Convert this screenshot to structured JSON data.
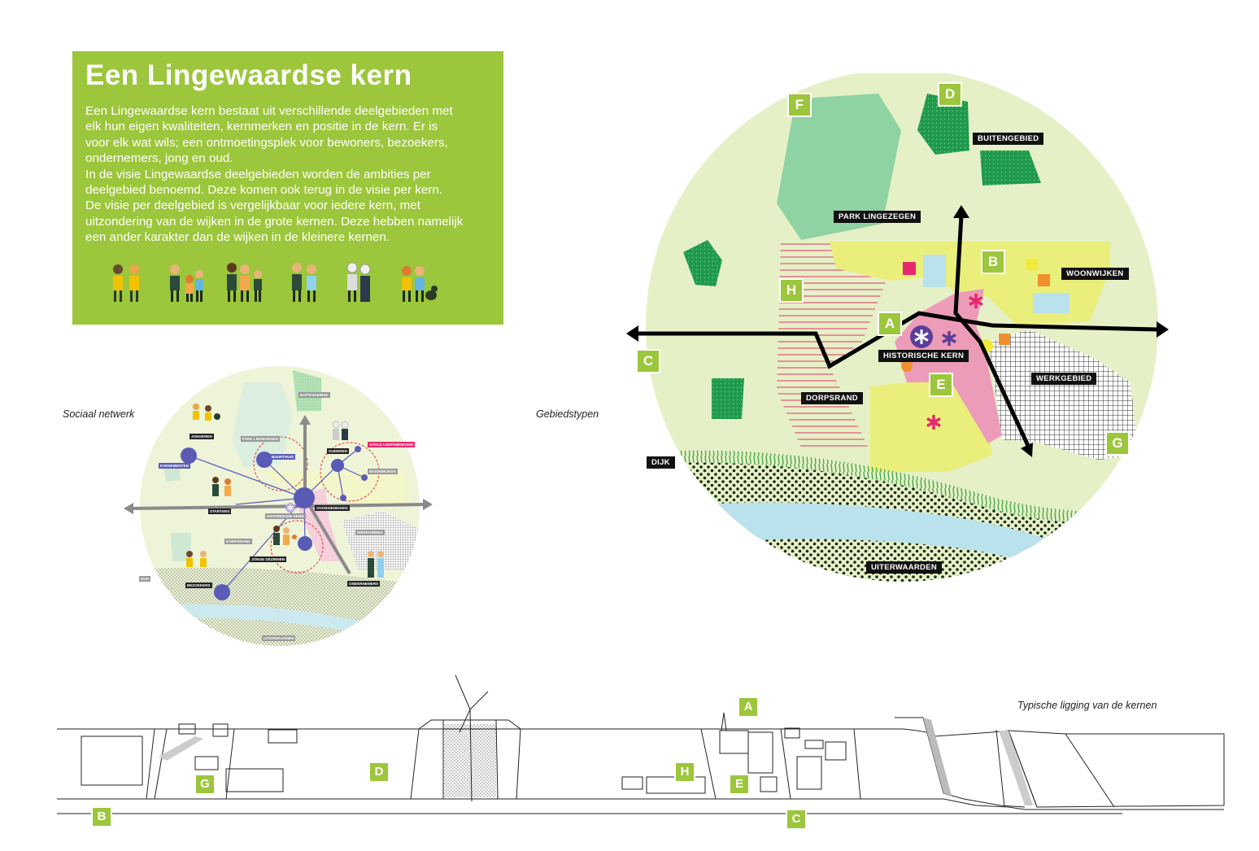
{
  "intro": {
    "title": "Een Lingewaardse kern",
    "body": "Een Lingewaardse kern bestaat uit verschillende deelgebieden met\nelk hun eigen kwaliteiten, kernmerken en positie in de kern. Er is\nvoor elk wat wils; een ontmoetingsplek voor bewoners, bezoekers,\nondernemers, jong en oud.\nIn de visie Lingewaardse deelgebieden worden de ambities per\ndeelgebied benoemd. Deze komen ook terug in de visie per kern.\nDe visie per deelgebied is vergelijkbaar voor iedere kern, met\nuitzondering van de wijken in de grote kernen. Deze hebben namelijk\neen ander karakter dan de wijken in de kleinere kernen."
  },
  "captions": {
    "social": "Sociaal netwerk",
    "areas": "Gebiedstypen",
    "section": "Typische ligging van de kernen"
  },
  "colors": {
    "green_brand": "#9cc63b",
    "circle_bg": "#e6f0c6",
    "park": "#8fd2a3",
    "forest": "#1f9a4c",
    "residential": "#e9ef7a",
    "historic": "#ec9bb8",
    "river": "#b9e2ec",
    "network_node": "#5a5bb5",
    "accent_pink": "#e6286f"
  },
  "areas_map": {
    "letters": {
      "a": "A",
      "b": "B",
      "c": "C",
      "d": "D",
      "e": "E",
      "f": "F",
      "g": "G",
      "h": "H"
    },
    "labels": {
      "buitengebied": "BUITENGEBIED",
      "park": "PARK LINGEZEGEN",
      "woonwijken": "WOONWIJKEN",
      "historisch": "HISTORISCHE KERN",
      "werkgebied": "WERKGEBIED",
      "dorpsrand": "DORPSRAND",
      "dijk": "DIJK",
      "uiterwaarden": "UITERWAARDEN"
    }
  },
  "social_map": {
    "labels": {
      "jongeren": "JONGEREN",
      "evenementen": "EVENEMENTEN",
      "park": "PARK LINGEZEGEN",
      "buurthuis": "BUURTHUIS",
      "buitengebied": "BUITENGEBIED",
      "ouderen": "OUDEREN",
      "vitale": "VITALE LEEFOMGEVING",
      "woonwijken": "WOONWIJKEN",
      "starters": "STARTERS",
      "historisch": "HISTORISCHE KERN",
      "voorzieningen": "VOORZIENINGEN",
      "werkgebied": "WERKGEBIED",
      "dorpsrand": "DORPSRAND",
      "jonge_gezinnen": "JONGE GEZINNEN",
      "dijk": "DIJK",
      "bezoekers": "BEZOEKERS",
      "ondernemers": "ONDERNEMERS",
      "uiterwaarden": "UITERWAARDEN"
    }
  },
  "section": {
    "letters": {
      "a": "A",
      "b": "B",
      "c": "C",
      "d": "D",
      "e": "E",
      "g": "G",
      "h": "H"
    }
  }
}
